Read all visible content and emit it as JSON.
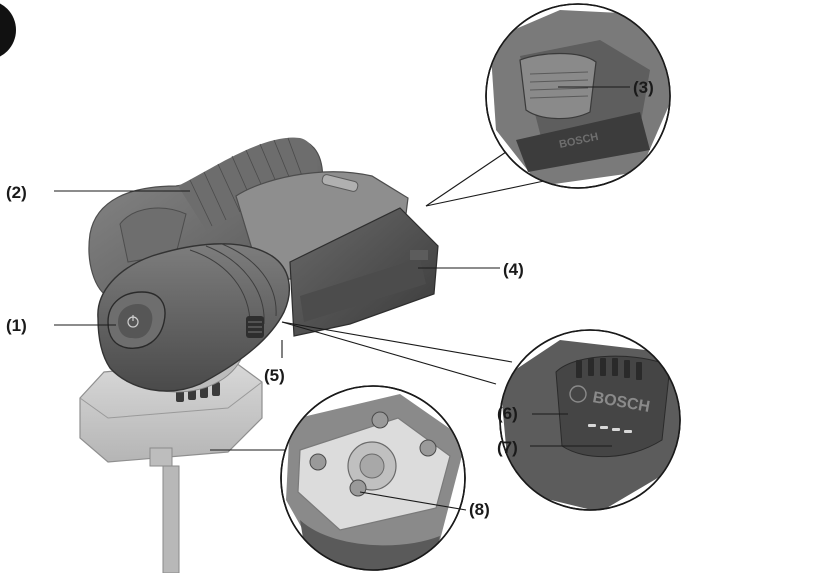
{
  "figure": {
    "brand_mark": "BOSCH",
    "callouts": [
      {
        "id": "1",
        "label": "(1)"
      },
      {
        "id": "2",
        "label": "(2)"
      },
      {
        "id": "3",
        "label": "(3)"
      },
      {
        "id": "4",
        "label": "(4)"
      },
      {
        "id": "5",
        "label": "(5)"
      },
      {
        "id": "6",
        "label": "(6)"
      },
      {
        "id": "7",
        "label": "(7)"
      },
      {
        "id": "8",
        "label": "(8)"
      }
    ]
  }
}
